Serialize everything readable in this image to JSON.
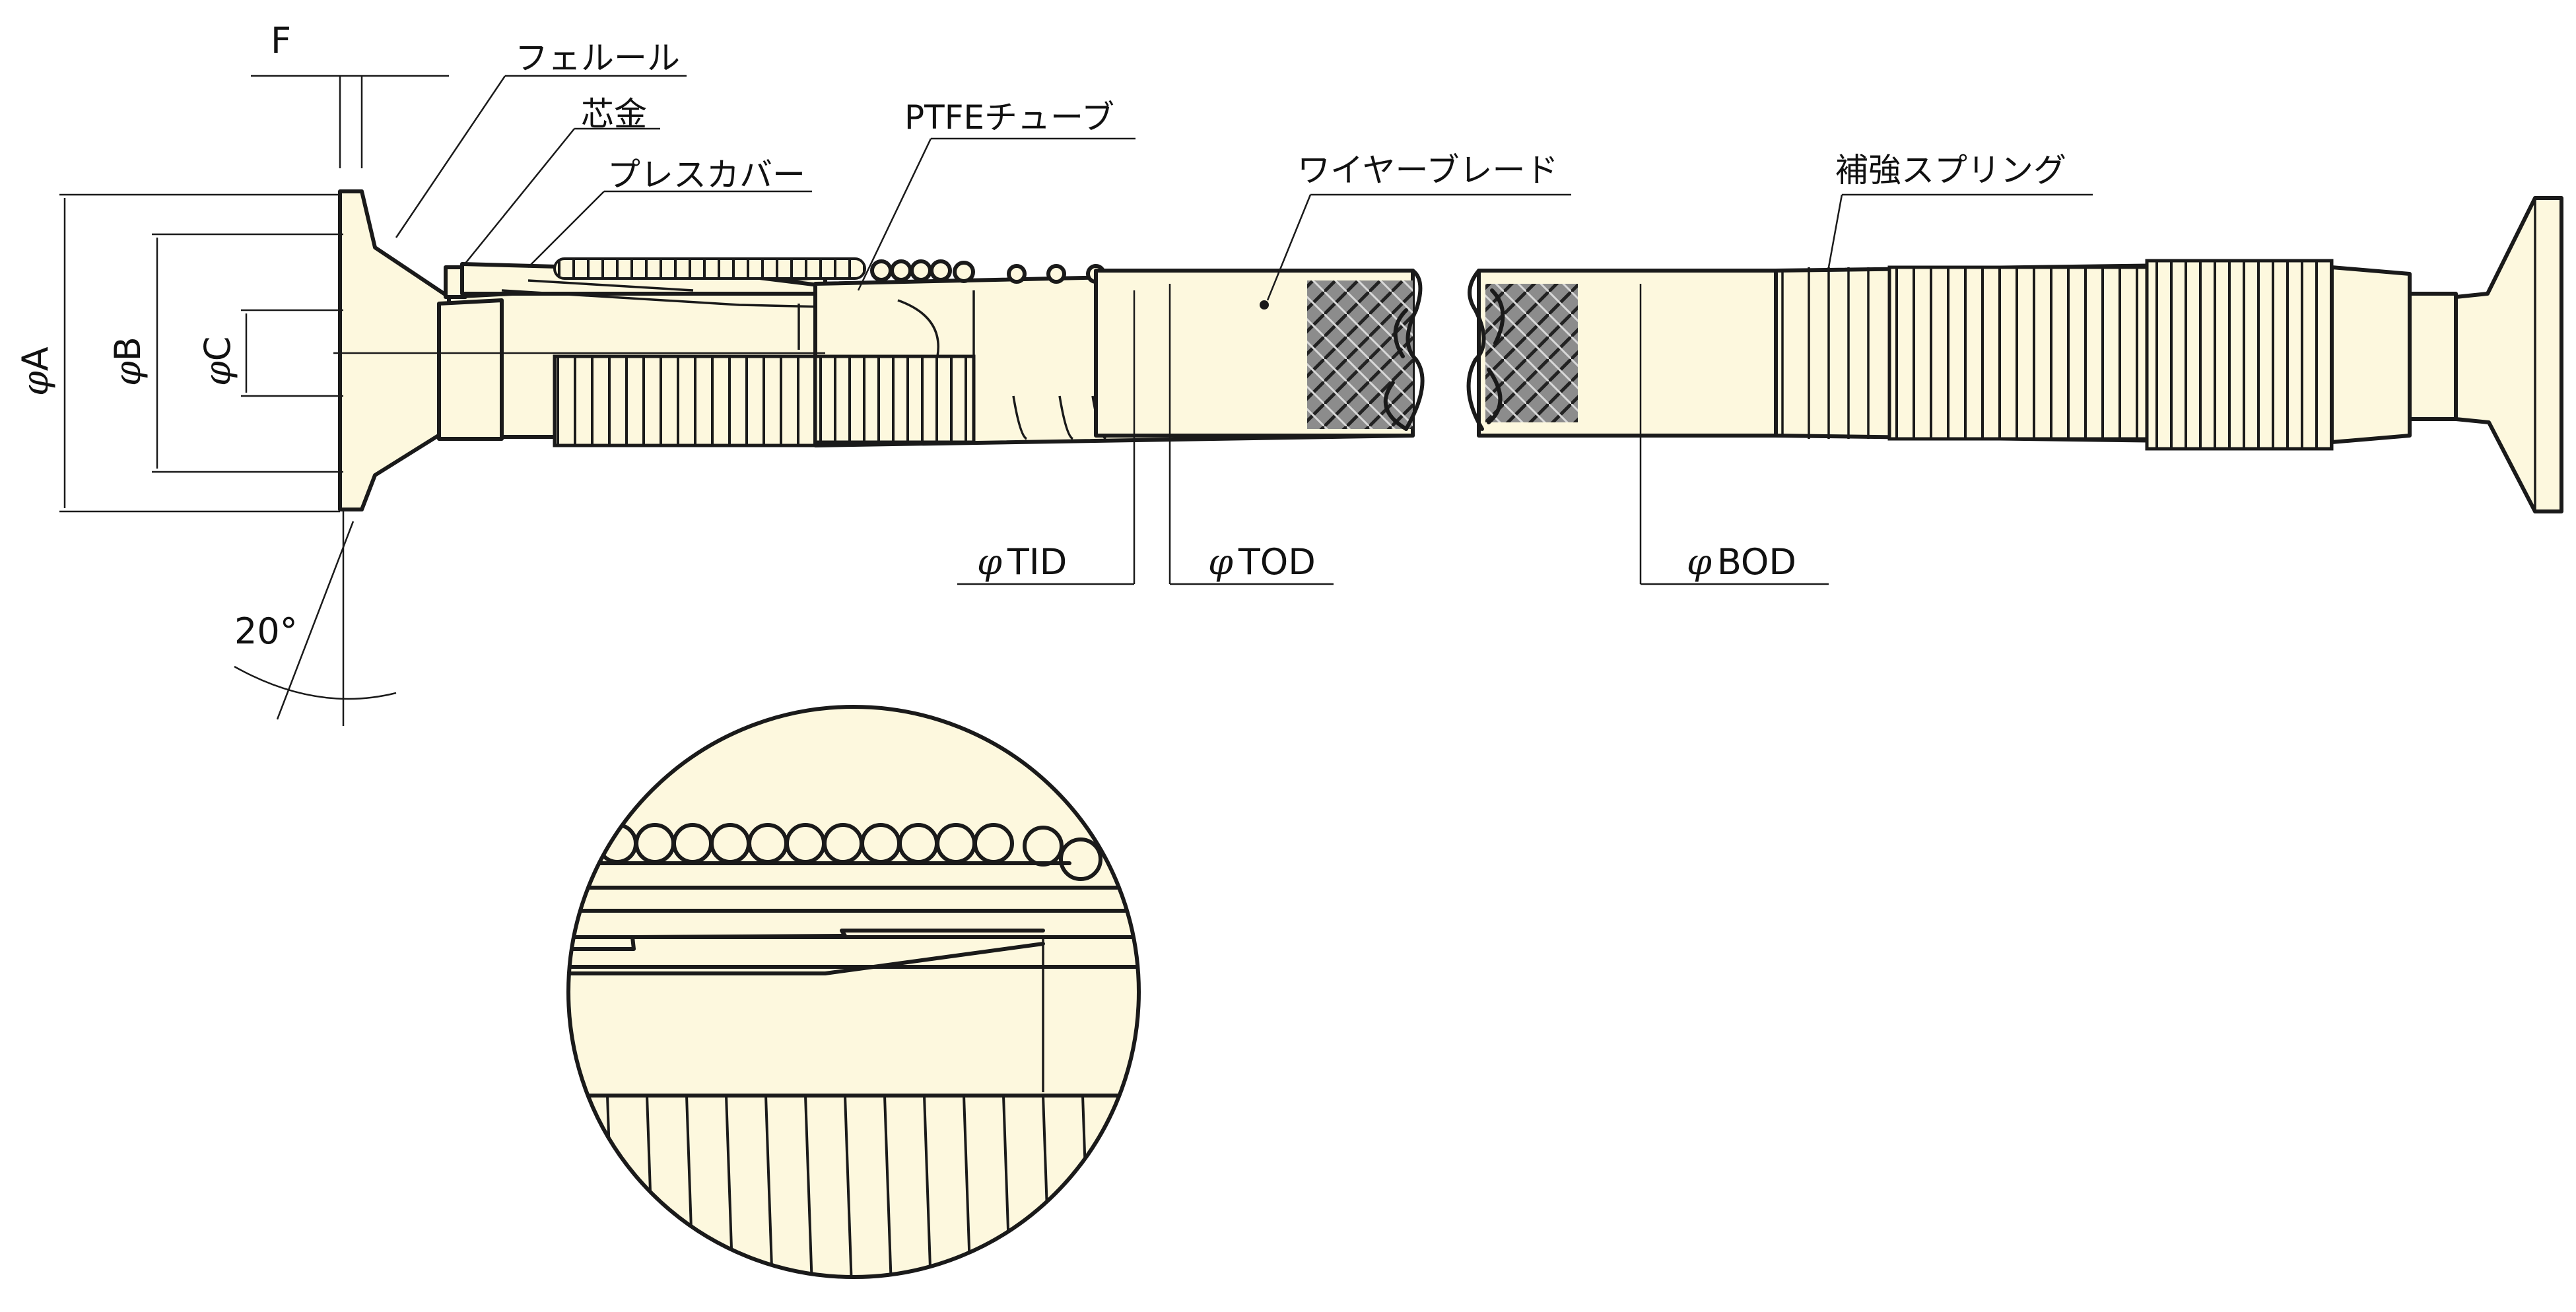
{
  "labels": {
    "ferrule": "フェルール",
    "core": "芯金",
    "press_cover": "プレスカバー",
    "ptfe_tube": "PTFEチューブ",
    "wire_braid": "ワイヤーブレード",
    "reinforcing_spring": "補強スプリング"
  },
  "dimensions": {
    "f": "F",
    "a": "A",
    "b": "B",
    "c": "C",
    "tid": "TID",
    "tod": "TOD",
    "bod": "BOD",
    "angle": "20°",
    "phi": "φ"
  },
  "colors": {
    "body_fill": "#fdf8de",
    "outline": "#1a1a1a",
    "braid": "#555555"
  }
}
